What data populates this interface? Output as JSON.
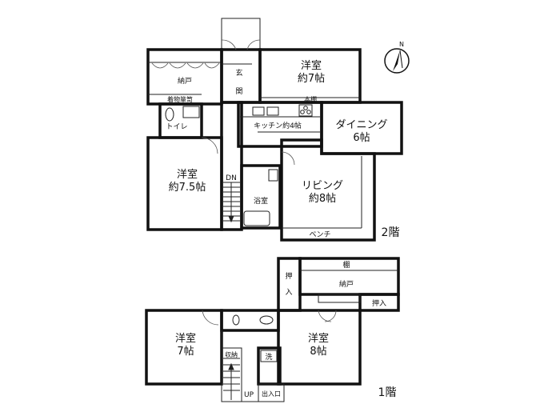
{
  "floor2": {
    "level_label": "2階",
    "rooms": {
      "storage": "納戸",
      "kimono": "着物箪笥",
      "toilet": "トイレ",
      "western_75": [
        "洋室",
        "約7.5帖"
      ],
      "entrance": [
        "玄",
        "関"
      ],
      "western_7": [
        "洋室",
        "約7帖"
      ],
      "bookshelf": "本棚",
      "kitchen": "キッチン約4帖",
      "dining": [
        "ダイニング",
        "6帖"
      ],
      "living": [
        "リビング",
        "約8帖"
      ],
      "bath": "浴室",
      "bench": "ベンチ",
      "stairs": "DN"
    }
  },
  "floor1": {
    "level_label": "1階",
    "rooms": {
      "shelf": "棚",
      "storage": "納戸",
      "closet_left": [
        "押",
        "入"
      ],
      "closet_right": "押入",
      "western_7": [
        "洋室",
        "7帖"
      ],
      "western_8": [
        "洋室",
        "8帖"
      ],
      "storage_small": "収納",
      "laundry": "洗",
      "stairs": "UP",
      "doorway": "出入口"
    }
  },
  "compass": {
    "label": "N"
  }
}
